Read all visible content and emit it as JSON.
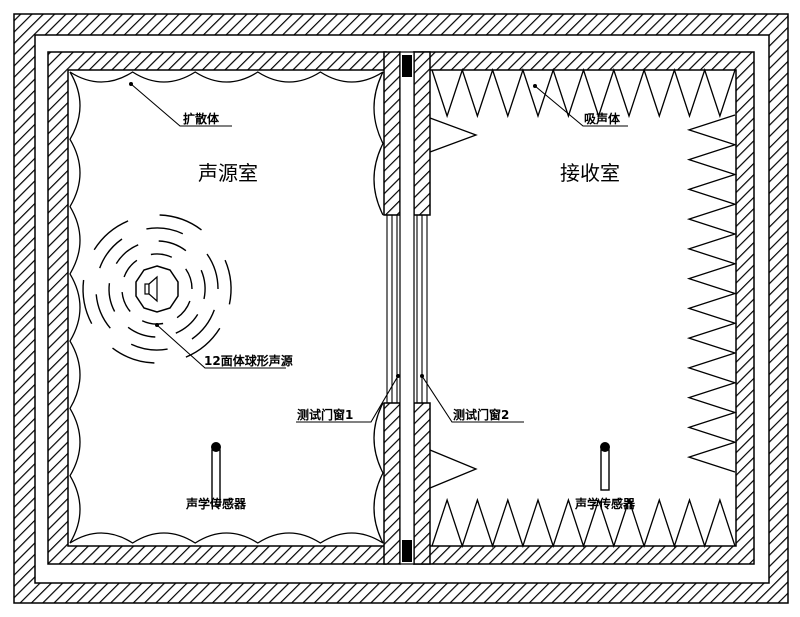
{
  "labels": {
    "source_room": "声源室",
    "receive_room": "接收室",
    "diffuser": "扩散体",
    "absorber": "吸声体",
    "sound_source": "12面体球形声源",
    "test_window_1": "测试门窗1",
    "test_window_2": "测试门窗2",
    "sensor_left": "声学传感器",
    "sensor_right": "声学传感器"
  },
  "colors": {
    "line": "#000000",
    "background": "#ffffff"
  }
}
